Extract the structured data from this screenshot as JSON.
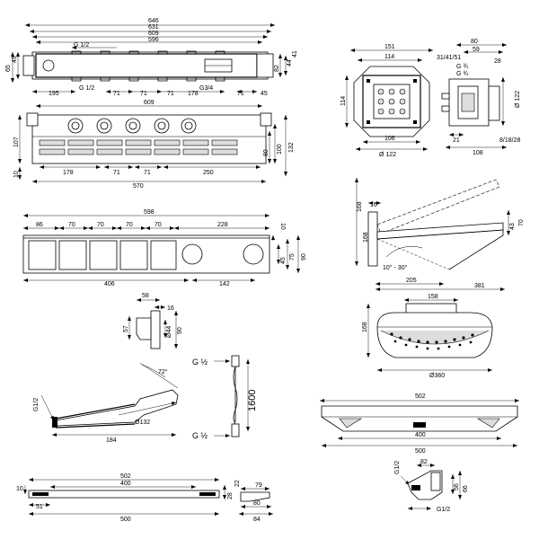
{
  "view_concealed_top": {
    "dims": {
      "d646": "646",
      "d631": "631",
      "d609": "609",
      "d596": "596",
      "g12_top": "G 1/2",
      "d195": "195",
      "g12_mid": "G 1/2",
      "d71a": "71",
      "d71b": "71",
      "d71c": "71",
      "d178": "178",
      "g34": "G3/4",
      "d71d": "71",
      "d45": "45",
      "d49": "49",
      "d65": "65",
      "d82": "82",
      "d41": "41",
      "d44": "44"
    }
  },
  "view_concealed_front": {
    "dims": {
      "d609": "609",
      "d107": "107",
      "d10": "10",
      "d178": "178",
      "d71a": "71",
      "d71b": "71",
      "d250": "250",
      "d570": "570",
      "d80": "80",
      "d100": "100",
      "d132": "132"
    }
  },
  "view_box_round": {
    "dims": {
      "d151": "151",
      "d114_top": "114",
      "d114_side": "114",
      "d106": "106",
      "d122": "Ø 122"
    }
  },
  "view_box_side": {
    "dims": {
      "d80": "80",
      "d59": "59",
      "d314151": "31/41/51",
      "d28": "28",
      "g34a": "G ¾",
      "g34b": "G ¾",
      "d122": "Ø 122",
      "d21": "21",
      "d81828": "8/18/28",
      "d108": "108"
    }
  },
  "view_thermostat": {
    "dims": {
      "d598": "598",
      "d86": "86",
      "d70a": "70",
      "d70b": "70",
      "d70c": "70",
      "d70d": "70",
      "d228": "228",
      "d10": "10",
      "d45": "45",
      "d75": "75",
      "d90": "90",
      "d406": "406",
      "d142": "142"
    }
  },
  "view_arm": {
    "dims": {
      "d168": "168",
      "d16": "16",
      "d381": "381",
      "d205": "205",
      "d70": "70",
      "d43": "43",
      "angle": "10° - 30°"
    }
  },
  "view_head_side": {
    "dims": {
      "d158": "158",
      "d168": "168",
      "d360": "Ø360"
    }
  },
  "view_outlet": {
    "dims": {
      "d58": "58",
      "d16": "16",
      "d57": "57",
      "d44": "Ø44",
      "d90": "90"
    }
  },
  "view_hose": {
    "g12_top": "G ½",
    "g12_bot": "G ½",
    "length": "1600"
  },
  "view_handshower": {
    "dims": {
      "angle": "72°",
      "g12": "G1/2",
      "d132": "Ø132",
      "d184": "184"
    }
  },
  "view_head_front": {
    "dims": {
      "d502": "502",
      "d400": "400",
      "d500": "500"
    }
  },
  "view_rail": {
    "dims": {
      "d502": "502",
      "d400": "400",
      "d10": "10",
      "d51": "51",
      "d500": "500",
      "d28": "28",
      "d22": "22"
    }
  },
  "view_rail_side": {
    "dims": {
      "d79": "79",
      "d80": "80",
      "d84": "84"
    }
  },
  "view_elbow": {
    "dims": {
      "g12_v": "G1/2",
      "d82": "82",
      "d56": "56",
      "d66": "66",
      "g12_h": "G1/2"
    }
  }
}
